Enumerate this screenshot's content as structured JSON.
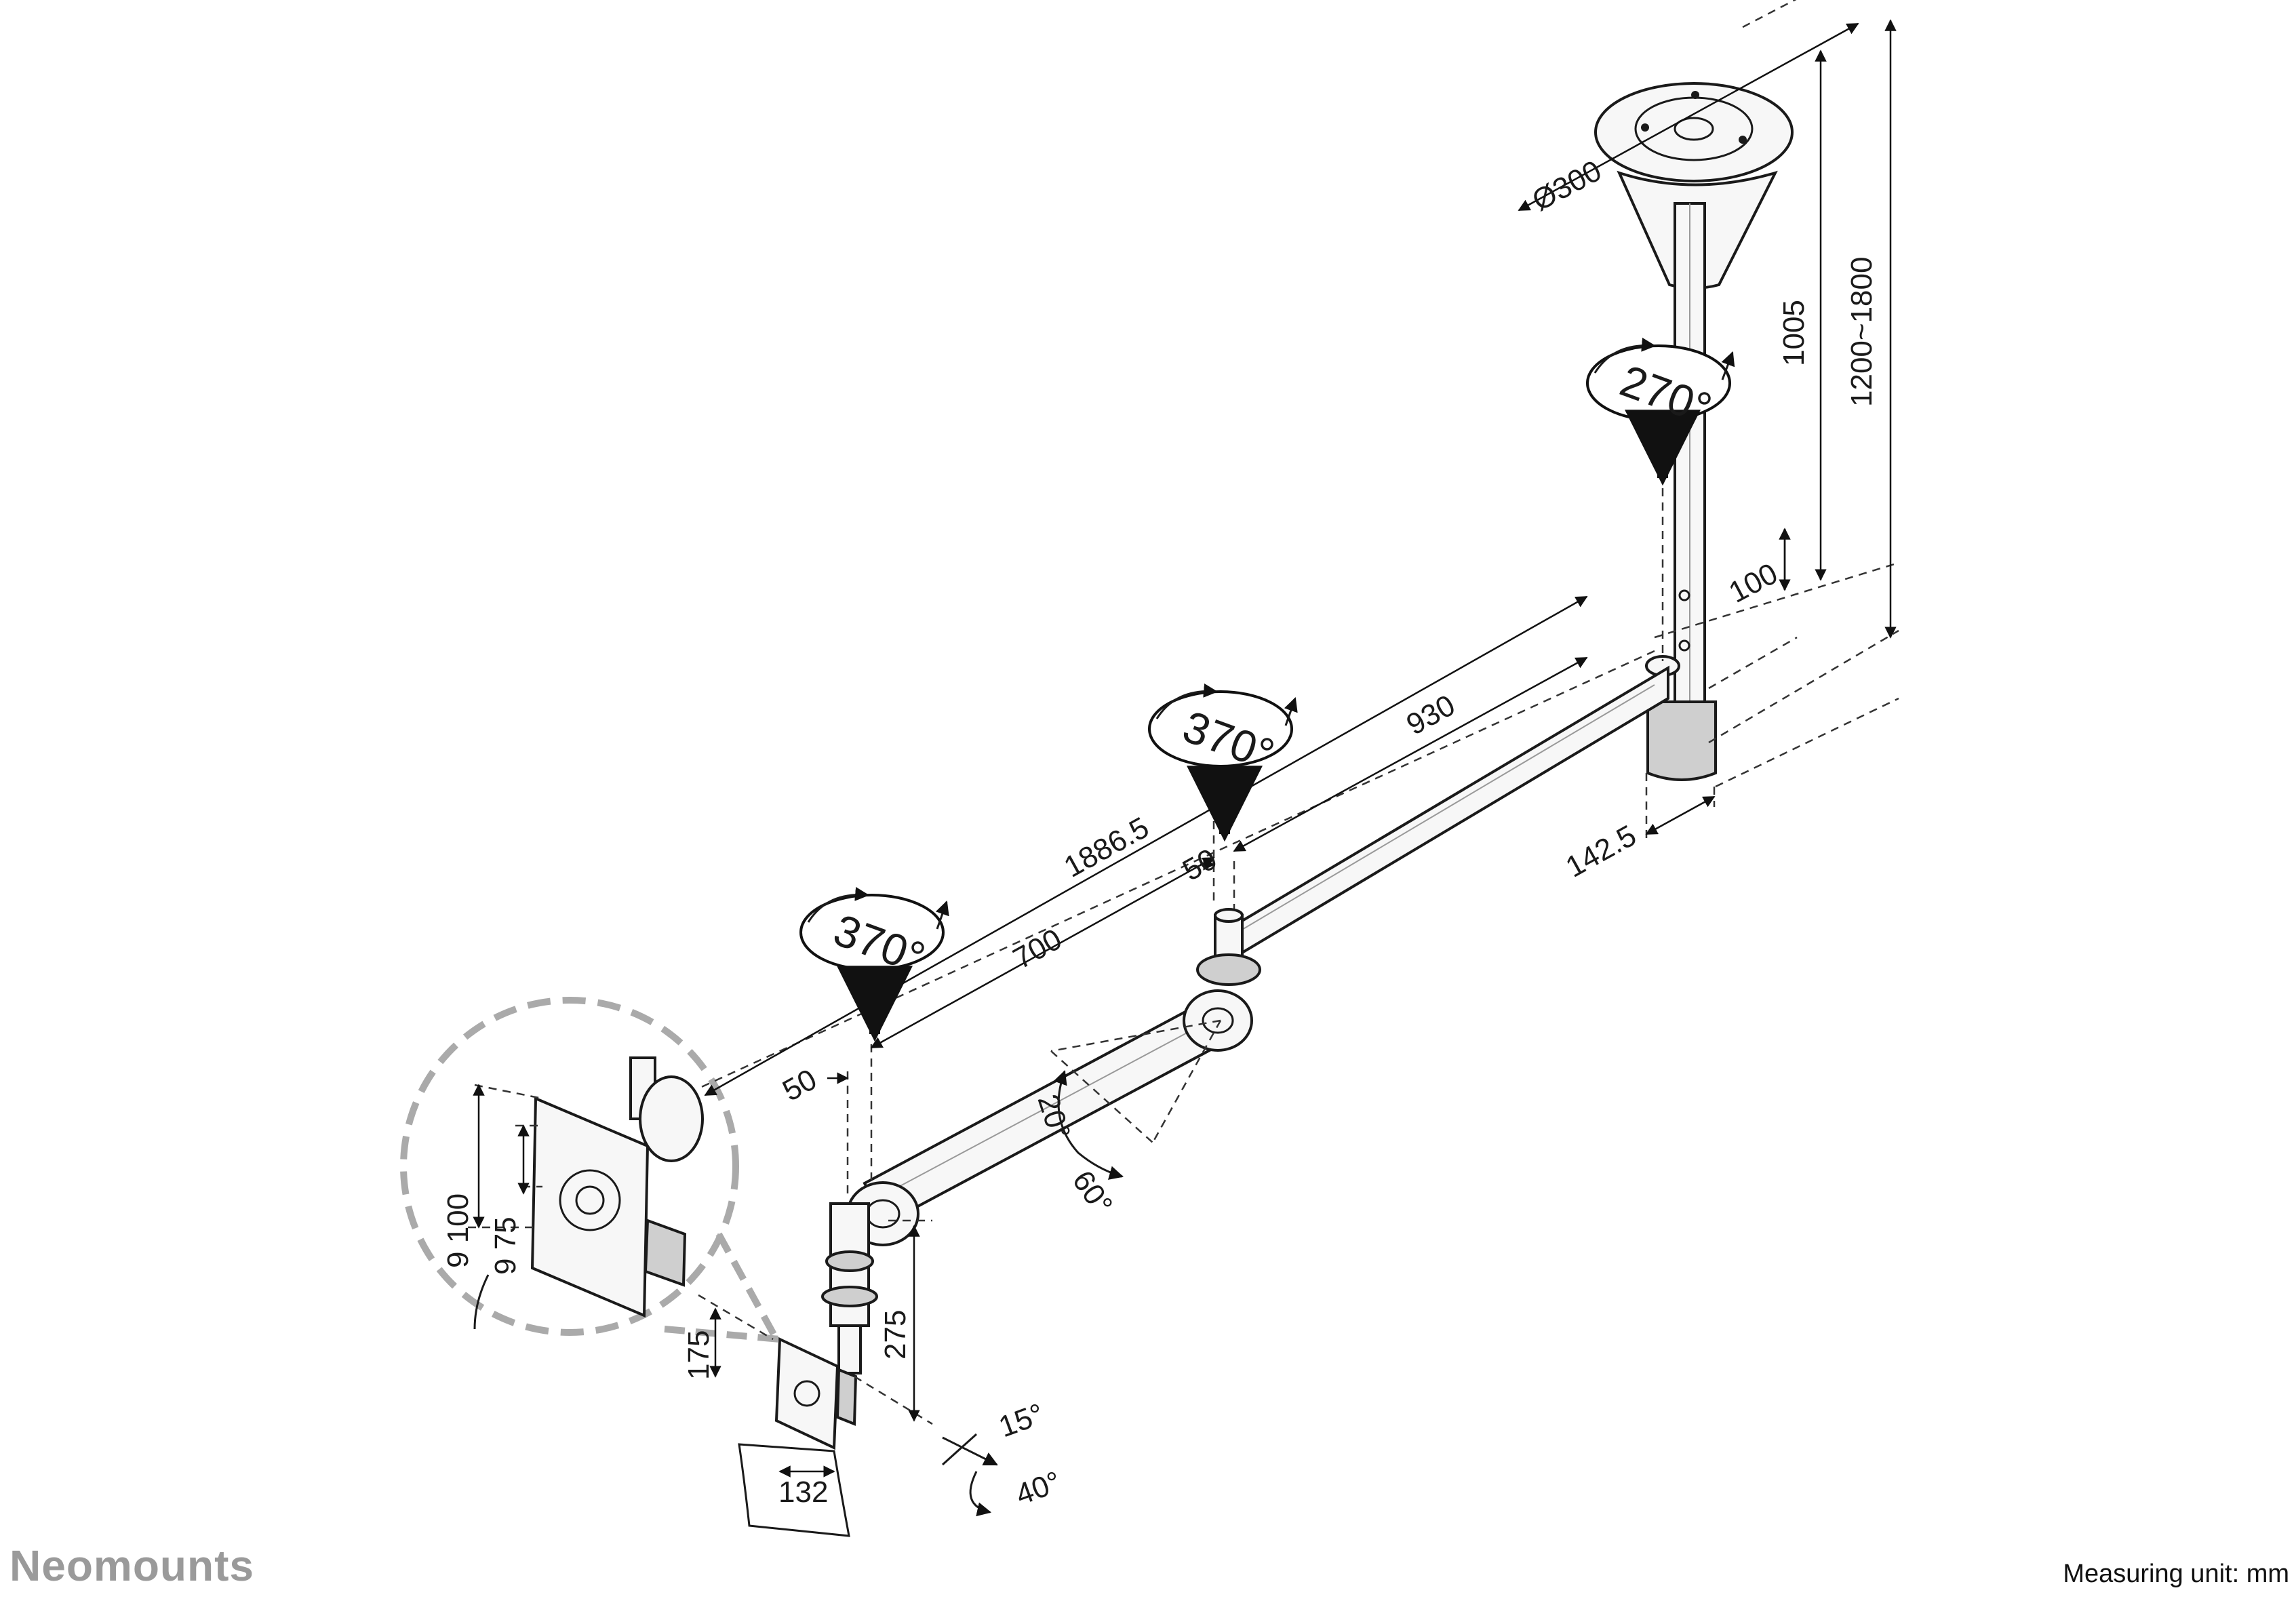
{
  "brand": "Neomounts",
  "measuring_unit": "Measuring unit: mm",
  "dimensions": {
    "base_diameter": "Ø300",
    "pole_lower": "1005",
    "height_range": "1200~1800",
    "pole_step": "100",
    "total_arm": "1886.5",
    "arm_long": "930",
    "arm_short": "700",
    "offset_top": "142.5",
    "joint_offset_1": "50",
    "joint_offset_2": "50",
    "drop": "275",
    "mount_drop": "175",
    "plate_width": "132",
    "detail_100": "9 100",
    "detail_75": "9 75"
  },
  "rotations": {
    "top": "270°",
    "middle": "370°",
    "lower": "370°",
    "tilt_up": "20°",
    "tilt_down": "60°",
    "tilt_head_up": "15°",
    "tilt_head_down": "40°"
  }
}
